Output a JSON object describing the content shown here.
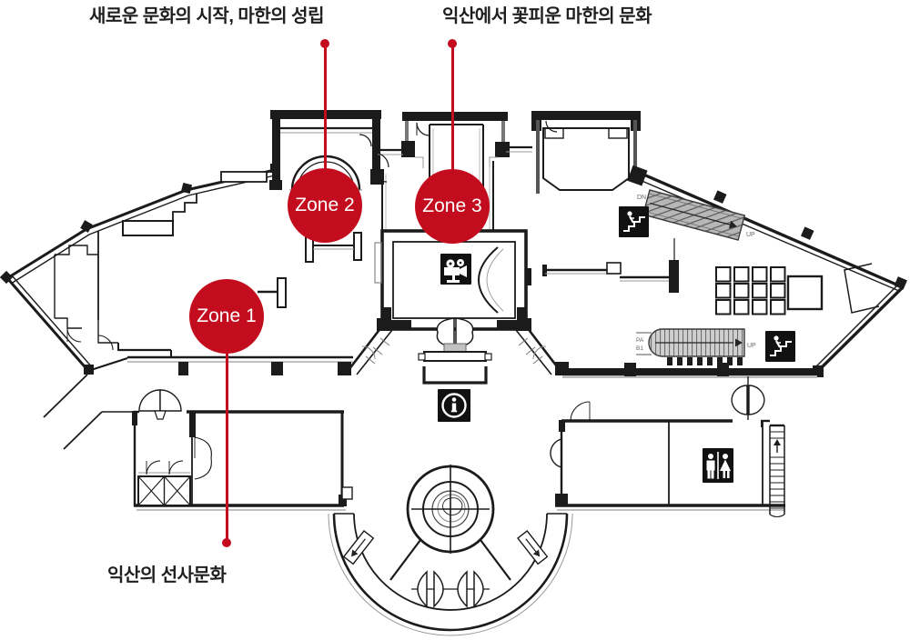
{
  "colors": {
    "accent_red": "#c30d1e",
    "ink": "#1b1b1b",
    "caption_text": "#1f1f1f"
  },
  "headings": {
    "zone2_caption": "새로운 문화의 시작, 마한의 성립",
    "zone3_caption": "익산에서 꽃피운 마한의 문화",
    "zone1_caption": "익산의 선사문화"
  },
  "zones": {
    "z1": {
      "label": "Zone 1"
    },
    "z2": {
      "label": "Zone 2"
    },
    "z3": {
      "label": "Zone 3"
    }
  },
  "floorplan": {
    "stair_labels": {
      "dn": "DN",
      "up_top": "UP",
      "pa": "PA",
      "b1": "B1",
      "up_bottom": "UP"
    },
    "icons": {
      "escalator_top": "escalator-icon",
      "escalator_bottom": "escalator-icon",
      "cinema": "cinema-icon",
      "info": "info-icon",
      "restroom": "restroom-icon"
    }
  }
}
